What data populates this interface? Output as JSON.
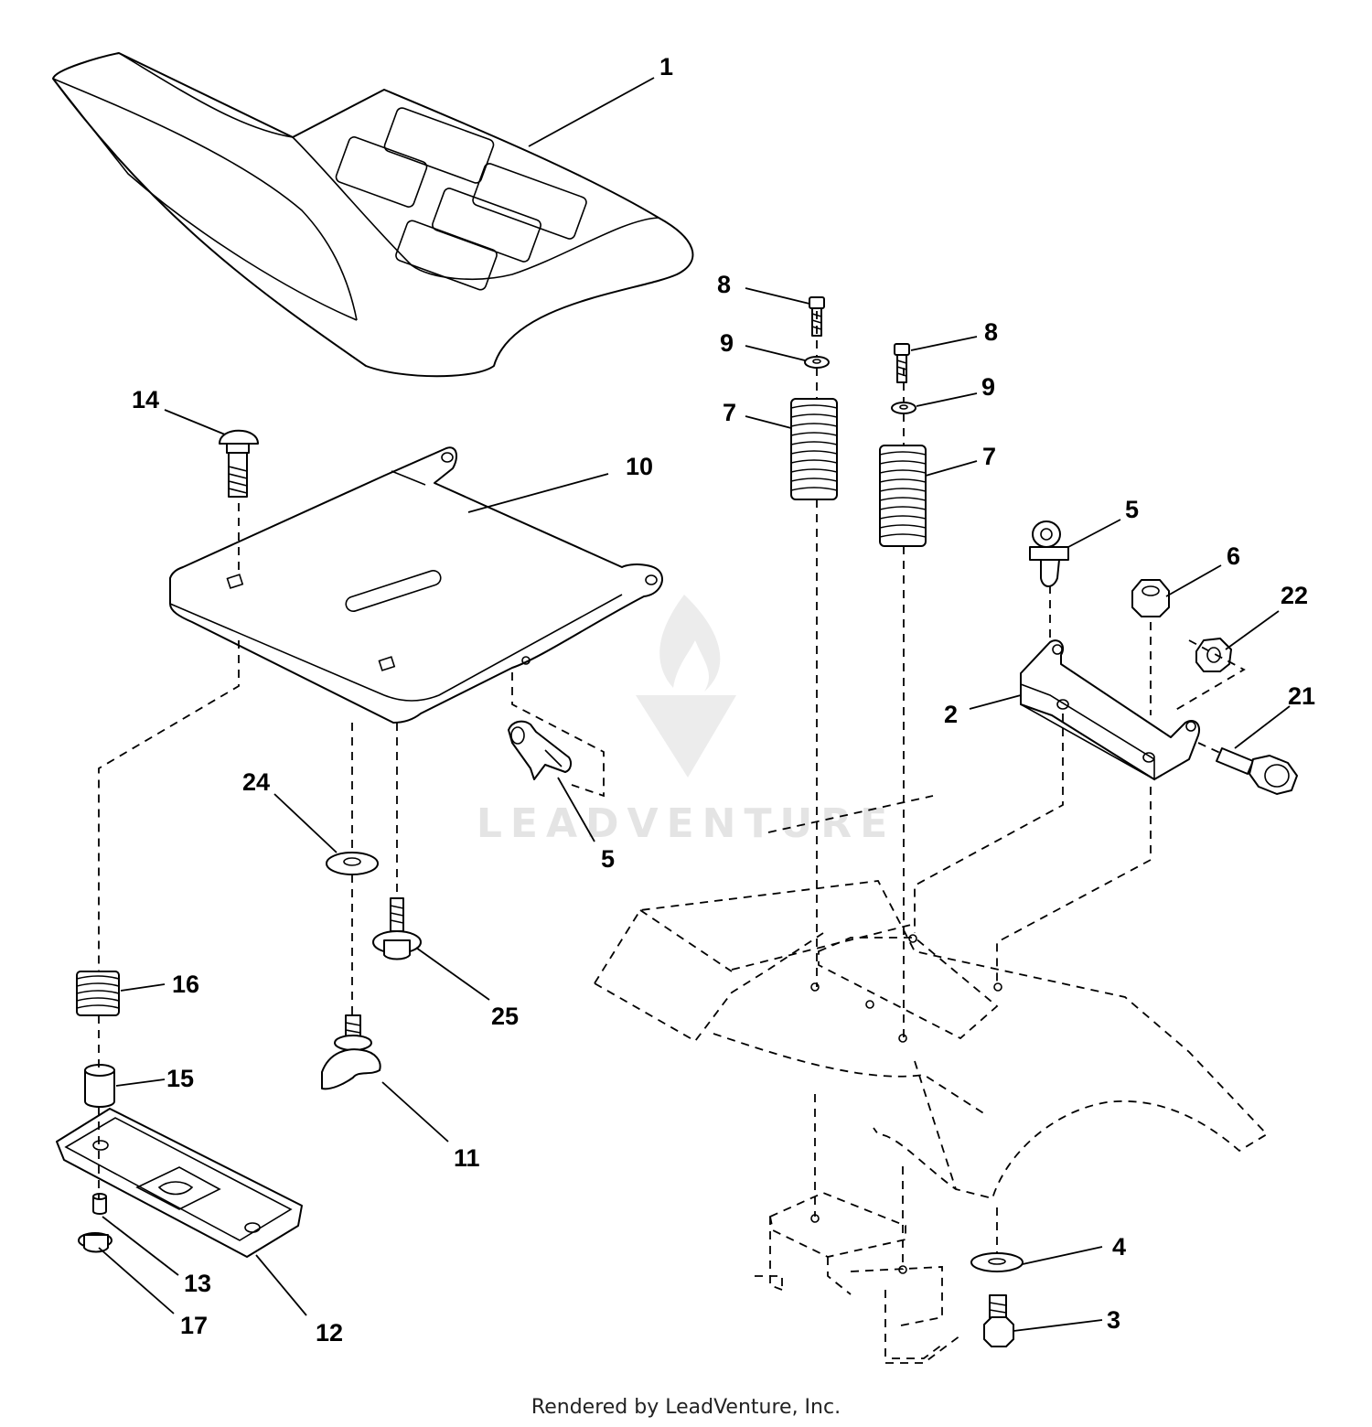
{
  "diagram": {
    "watermark_text": "LEADVENTURE",
    "parts": [
      {
        "id": "seat",
        "label": "1"
      },
      {
        "id": "bracket-2",
        "label": "2"
      },
      {
        "id": "bolt-3",
        "label": "3"
      },
      {
        "id": "washer-4",
        "label": "4"
      },
      {
        "id": "clip-5-right",
        "label": "5"
      },
      {
        "id": "clip-5-left",
        "label": "5"
      },
      {
        "id": "nut-6",
        "label": "6"
      },
      {
        "id": "spring-7-left",
        "label": "7"
      },
      {
        "id": "spring-7-right",
        "label": "7"
      },
      {
        "id": "screw-8-left",
        "label": "8"
      },
      {
        "id": "screw-8-right",
        "label": "8"
      },
      {
        "id": "washer-9-left",
        "label": "9"
      },
      {
        "id": "washer-9-right",
        "label": "9"
      },
      {
        "id": "seat-pan",
        "label": "10"
      },
      {
        "id": "knob",
        "label": "11"
      },
      {
        "id": "slide-plate",
        "label": "12"
      },
      {
        "id": "part-13",
        "label": "13"
      },
      {
        "id": "carriage-bolt",
        "label": "14"
      },
      {
        "id": "spacer",
        "label": "15"
      },
      {
        "id": "spring-16",
        "label": "16"
      },
      {
        "id": "nut-17",
        "label": "17"
      },
      {
        "id": "bolt-21",
        "label": "21"
      },
      {
        "id": "nut-22",
        "label": "22"
      },
      {
        "id": "washer-24",
        "label": "24"
      },
      {
        "id": "bolt-25",
        "label": "25"
      }
    ]
  },
  "footer": {
    "text": "Rendered by LeadVenture, Inc."
  }
}
